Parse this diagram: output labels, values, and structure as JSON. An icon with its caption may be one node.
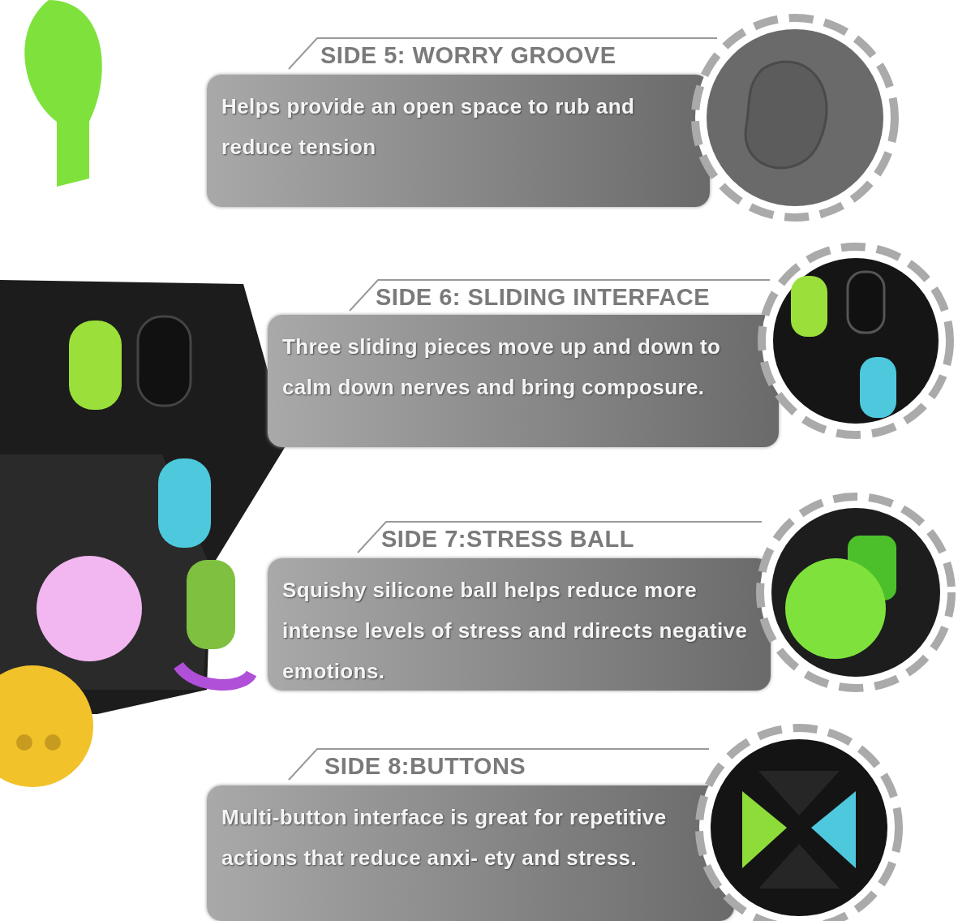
{
  "diagram": {
    "nodes": [
      {
        "text": [
          "SIDE 5: WORRY GROOVE",
          "Helps provide an open space to rub and reduce tension"
        ]
      },
      {
        "text": [
          "SIDE 6: SLIDING INTERFACE",
          "Three sliding pieces move up and down to calm down nerves and bring composure."
        ]
      },
      {
        "text": [
          "SIDE 7:STRESS BALL",
          "Squishy silicone ball helps reduce more intense levels of stress and rdirects negative emotions."
        ]
      },
      {
        "text": [
          "SIDE 8:BUTTONS",
          "Multi-button interface is great for repetitive actions that reduce anxi- ety and stress."
        ]
      }
    ],
    "edges": []
  }
}
